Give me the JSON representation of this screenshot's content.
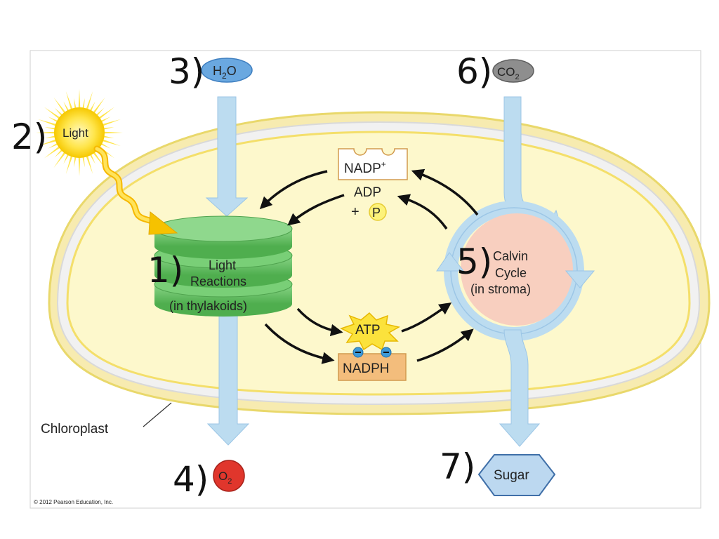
{
  "numbers": {
    "light_reactions": "1)",
    "light": "2)",
    "water": "3)",
    "oxygen": "4)",
    "calvin": "5)",
    "co2": "6)",
    "sugar": "7)"
  },
  "molecules": {
    "light": "Light",
    "water": "H",
    "water_sub": "2",
    "water_tail": "O",
    "co2": "CO",
    "co2_sub": "2",
    "oxygen": "O",
    "oxygen_sub": "2",
    "sugar": "Sugar"
  },
  "cycle": {
    "nadp": "NADP",
    "nadp_sup": "+",
    "adp": "ADP",
    "plus": "+",
    "p": "P",
    "atp": "ATP",
    "nadph": "NADPH"
  },
  "light_reactions": {
    "line1": "Light",
    "line2": "Reactions",
    "line3": "(in thylakoids)"
  },
  "calvin_cycle": {
    "line1": "Calvin",
    "line2": "Cycle",
    "line3": "(in stroma)"
  },
  "chloroplast_label": "Chloroplast",
  "copyright": "© 2012 Pearson Education, Inc.",
  "colors": {
    "stroma": "#fdf8cc",
    "membrane": "#f7e892",
    "flow_arrow": "#bcdcf0",
    "thylakoid": "#6cc66a",
    "calvin_fill": "#f8cfbf",
    "water": "#6aa8e0",
    "oxygen": "#e0362c",
    "co2": "#8e8e8e",
    "sugar": "#bcd8f0",
    "atp": "#fbe23c",
    "nadph": "#f3bd7c"
  }
}
